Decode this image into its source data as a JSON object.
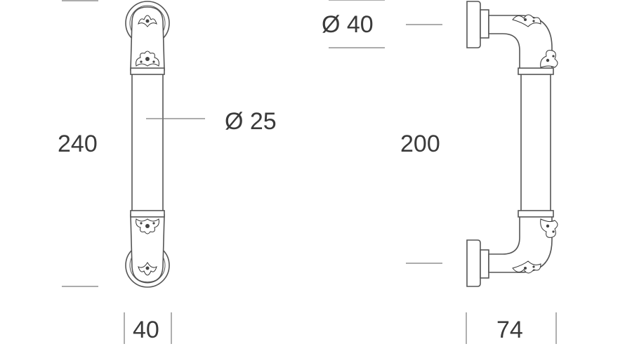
{
  "front_view": {
    "height_label": "240",
    "grip_diameter_label": "Ø 25",
    "rose_width_label": "40"
  },
  "side_view": {
    "rose_diameter_label": "Ø 40",
    "center_distance_label": "200",
    "projection_label": "74"
  }
}
